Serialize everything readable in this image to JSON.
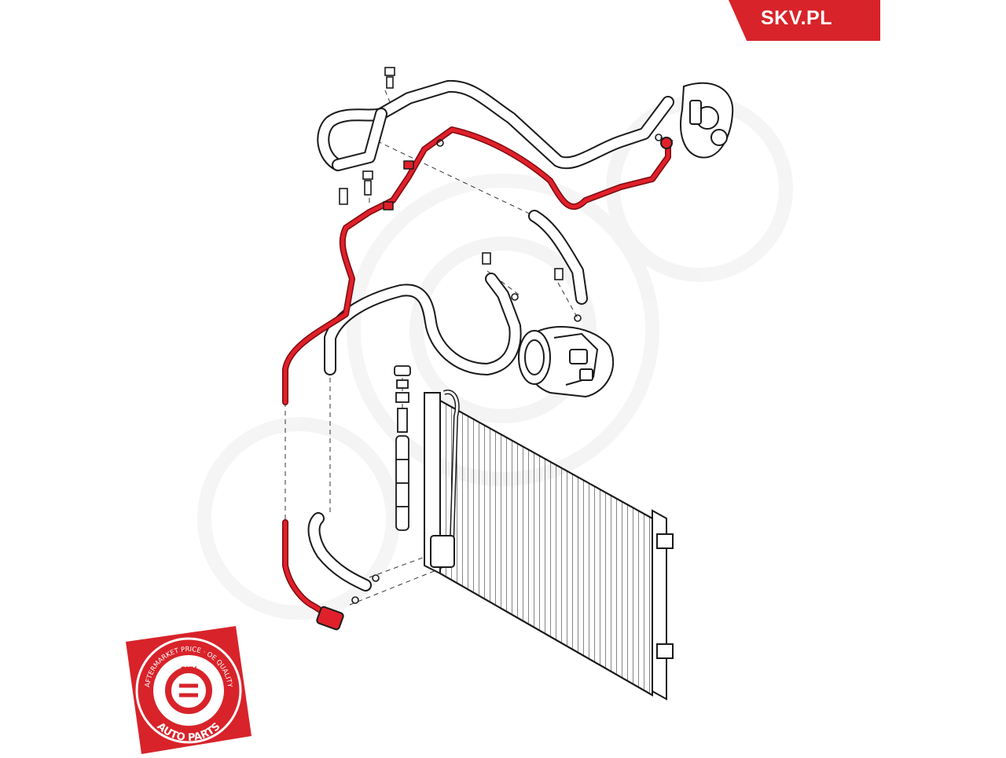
{
  "brand": {
    "label": "SKV.PL",
    "color": "#d8232a"
  },
  "badge": {
    "ring_text": "AFTERMARKET PRICE · OE QUALITY",
    "bottom_text": "AUTO PARTS",
    "center_text": "SKV",
    "color": "#d8232a"
  },
  "diagram": {
    "highlight_color": "#e0202a",
    "line_color": "#1a1a1a",
    "icons": [
      "gear-watermark-icon",
      "compressor-icon",
      "condenser-icon",
      "receiver-drier-icon",
      "pressure-switch-icon",
      "evaporator-flange-icon"
    ]
  }
}
